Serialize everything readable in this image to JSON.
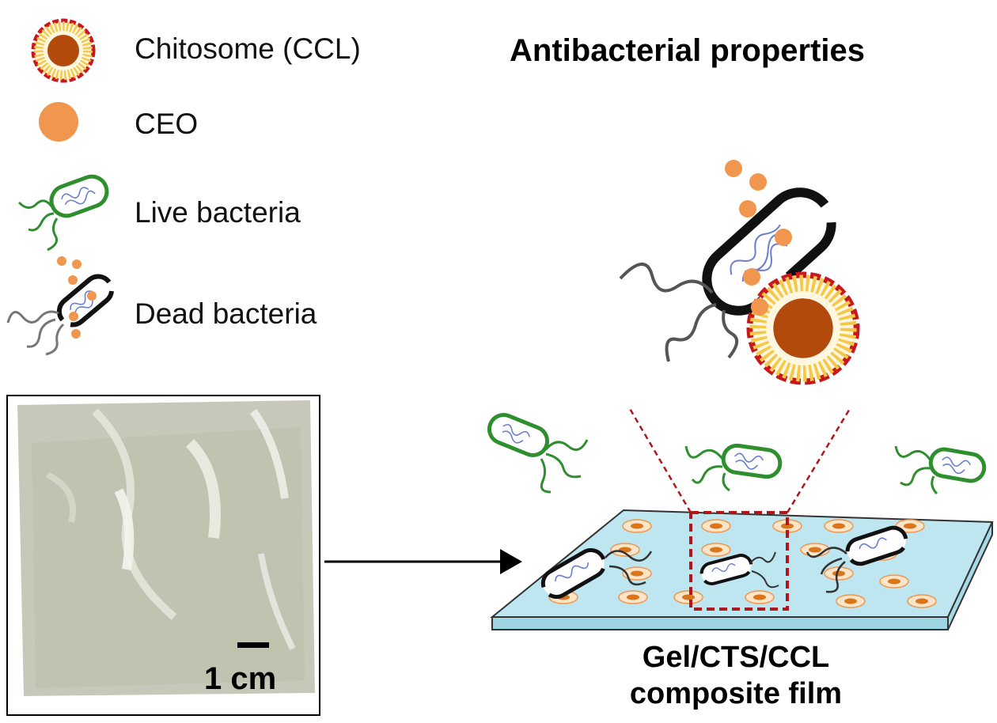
{
  "legend": {
    "chitosome": "Chitosome (CCL)",
    "ceo": "CEO",
    "live": "Live bacteria",
    "dead": "Dead bacteria"
  },
  "title": "Antibacterial properties",
  "photo": {
    "scale_bar": "1 cm"
  },
  "film": {
    "line1": "Gel/CTS/CCL",
    "line2": "composite film"
  },
  "colors": {
    "ceo": "#f0964e",
    "liposome_core": "#b24a0c",
    "liposome_rim": "#c8171d",
    "liposome_tails": "#f5c84a",
    "live_bacteria": "#2f8f2f",
    "film": "#b8e4ee",
    "zoom_box": "#b0171d"
  }
}
